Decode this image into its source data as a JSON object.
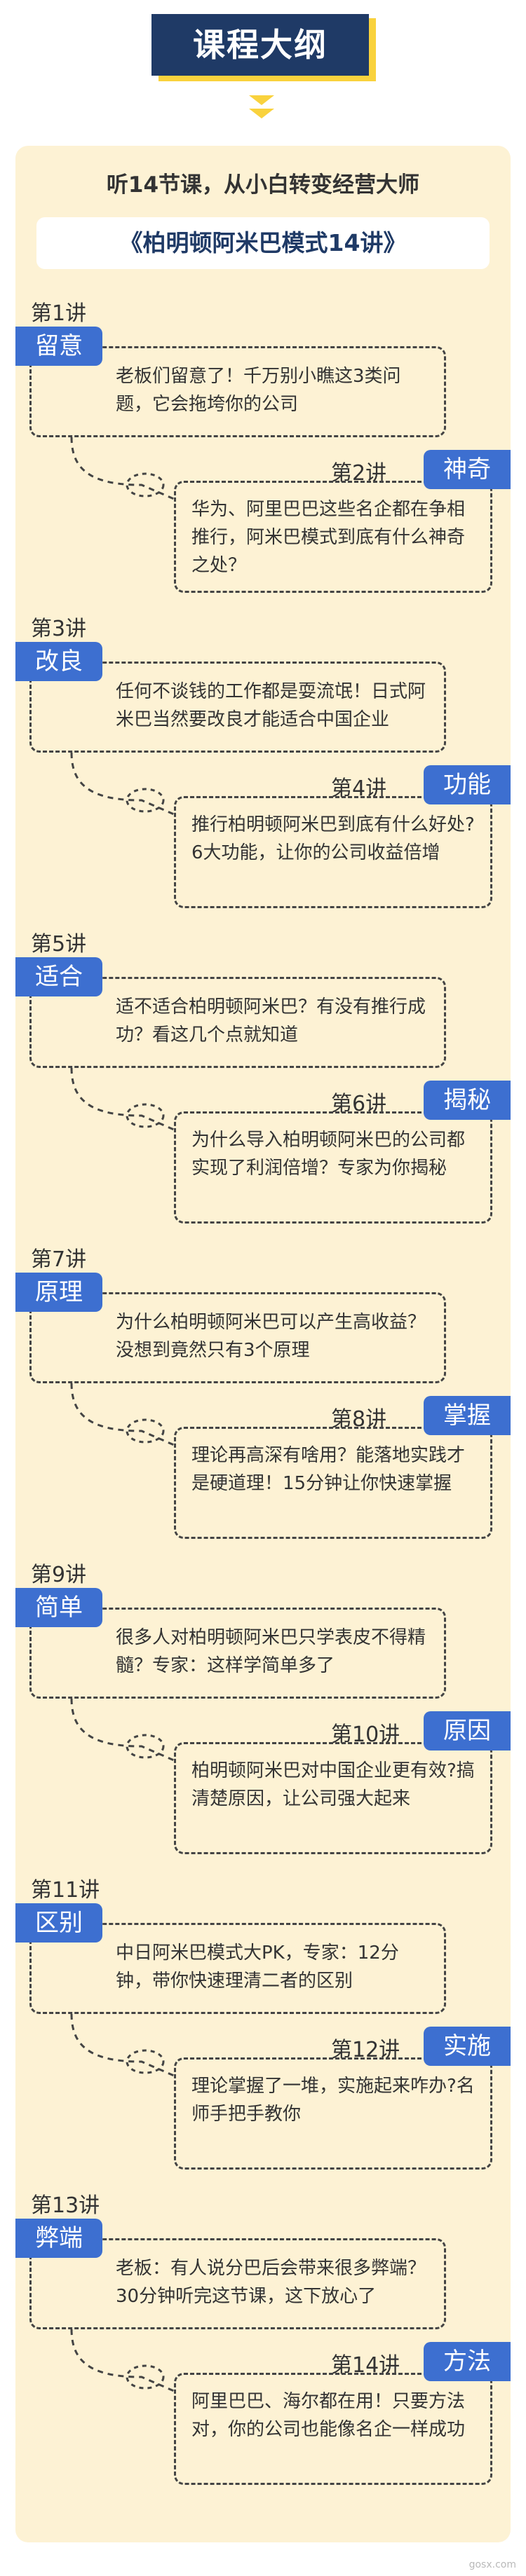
{
  "header": {
    "title": "课程大纲"
  },
  "subtitle": "听14节课，从小白转变经营大师",
  "series": "《柏明顿阿米巴模式14讲》",
  "lessons": [
    {
      "num": "第1讲",
      "tag": "留意",
      "text": "老板们留意了！千万别小瞧这3类问题，它会拖垮你的公司"
    },
    {
      "num": "第2讲",
      "tag": "神奇",
      "text": "华为、阿里巴巴这些名企都在争相推行，阿米巴模式到底有什么神奇之处？"
    },
    {
      "num": "第3讲",
      "tag": "改良",
      "text": "任何不谈钱的工作都是耍流氓！日式阿米巴当然要改良才能适合中国企业"
    },
    {
      "num": "第4讲",
      "tag": "功能",
      "text": "推行柏明顿阿米巴到底有什么好处?6大功能，让你的公司收益倍增"
    },
    {
      "num": "第5讲",
      "tag": "适合",
      "text": "适不适合柏明顿阿米巴？有没有推行成功？看这几个点就知道"
    },
    {
      "num": "第6讲",
      "tag": "揭秘",
      "text": "为什么导入柏明顿阿米巴的公司都实现了利润倍增？专家为你揭秘"
    },
    {
      "num": "第7讲",
      "tag": "原理",
      "text": "为什么柏明顿阿米巴可以产生高收益？没想到竟然只有3个原理"
    },
    {
      "num": "第8讲",
      "tag": "掌握",
      "text": "理论再高深有啥用？能落地实践才是硬道理！15分钟让你快速掌握"
    },
    {
      "num": "第9讲",
      "tag": "简单",
      "text": "很多人对柏明顿阿米巴只学表皮不得精髓？专家：这样学简单多了"
    },
    {
      "num": "第10讲",
      "tag": "原因",
      "text": "柏明顿阿米巴对中国企业更有效?搞清楚原因，让公司强大起来"
    },
    {
      "num": "第11讲",
      "tag": "区别",
      "text": "中日阿米巴模式大PK，专家：12分钟，带你快速理清二者的区别"
    },
    {
      "num": "第12讲",
      "tag": "实施",
      "text": "理论掌握了一堆，实施起来咋办?名师手把手教你"
    },
    {
      "num": "第13讲",
      "tag": "弊端",
      "text": "老板：有人说分巴后会带来很多弊端？30分钟听完这节课，这下放心了"
    },
    {
      "num": "第14讲",
      "tag": "方法",
      "text": "阿里巴巴、海尔都在用！只要方法对，你的公司也能像名企一样成功"
    }
  ],
  "watermark": "gosx.com",
  "colors": {
    "navy": "#1f3a66",
    "blue": "#3d6fd0",
    "yellow": "#f9d23d",
    "cream": "#fdf2d4"
  }
}
